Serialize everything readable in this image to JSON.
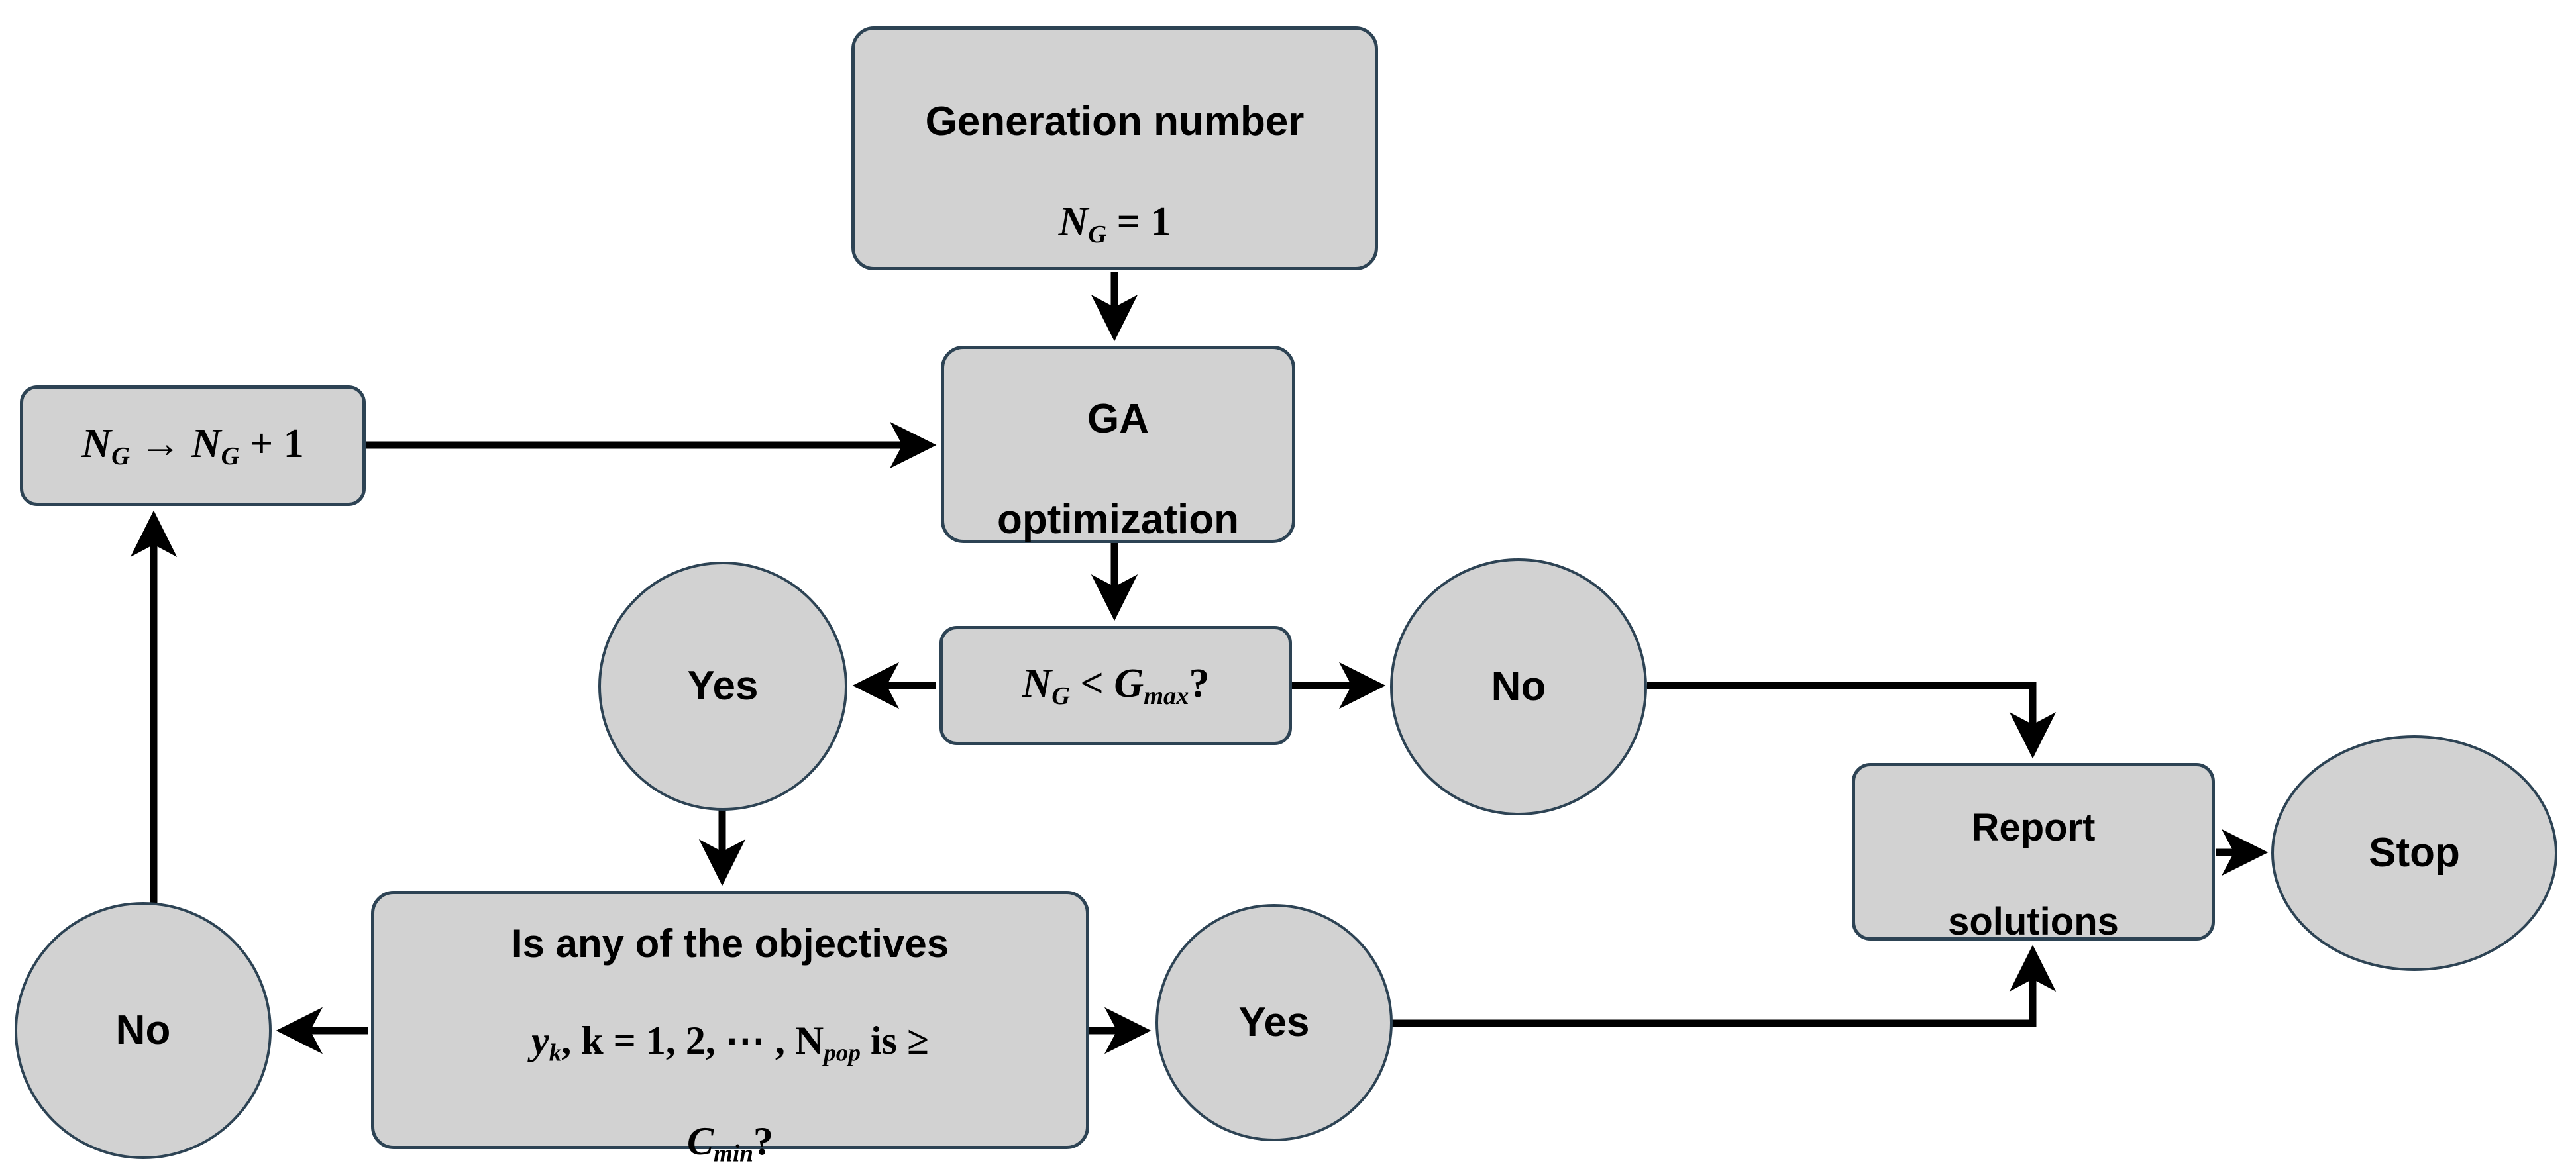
{
  "diagram": {
    "title": "Genetic algorithm optimization flowchart",
    "colors": {
      "node_fill": "#d2d2d2",
      "node_border": "#2d4354",
      "edge": "#000000",
      "background": "#ffffff",
      "text": "#000000"
    },
    "nodes": {
      "generation_number": {
        "line1": "Generation number",
        "math_var": "N",
        "math_sub": "G",
        "math_rest": " = 1"
      },
      "ga_optimization": {
        "line1": "GA",
        "line2": "optimization"
      },
      "increment": {
        "var1": "N",
        "sub1": "G",
        "arrow": " → ",
        "var2": "N",
        "sub2": "G",
        "rest": " + 1"
      },
      "gen_check": {
        "var1": "N",
        "sub1": "G",
        "op": " < ",
        "var2": "G",
        "sub2": "max",
        "rest": "?"
      },
      "yes_top": {
        "label": "Yes"
      },
      "no_top": {
        "label": "No"
      },
      "objectives_check": {
        "line1": "Is any of the objectives",
        "line2_var": "y",
        "line2_sub": "k",
        "line2_mid": ", k = 1, 2, ⋯ , N",
        "line2_sub2": "pop",
        "line2_end": " is ≥",
        "line3_var": "C",
        "line3_sub": "min",
        "line3_end": "?"
      },
      "no_bottom": {
        "label": "No"
      },
      "yes_bottom": {
        "label": "Yes"
      },
      "report_solutions": {
        "line1": "Report",
        "line2": "solutions"
      },
      "stop": {
        "label": "Stop"
      }
    },
    "edges": [
      {
        "from": "generation_number",
        "to": "ga_optimization",
        "direction": "down"
      },
      {
        "from": "increment",
        "to": "ga_optimization",
        "direction": "right"
      },
      {
        "from": "ga_optimization",
        "to": "gen_check",
        "direction": "down"
      },
      {
        "from": "gen_check",
        "to": "yes_top",
        "direction": "left"
      },
      {
        "from": "gen_check",
        "to": "no_top",
        "direction": "right"
      },
      {
        "from": "yes_top",
        "to": "objectives_check",
        "direction": "down"
      },
      {
        "from": "no_top",
        "to": "report_solutions",
        "direction": "right-then-down"
      },
      {
        "from": "objectives_check",
        "to": "no_bottom",
        "direction": "left"
      },
      {
        "from": "objectives_check",
        "to": "yes_bottom",
        "direction": "right"
      },
      {
        "from": "no_bottom",
        "to": "increment",
        "direction": "up"
      },
      {
        "from": "yes_bottom",
        "to": "report_solutions",
        "direction": "right-then-up"
      },
      {
        "from": "report_solutions",
        "to": "stop",
        "direction": "right"
      }
    ]
  }
}
